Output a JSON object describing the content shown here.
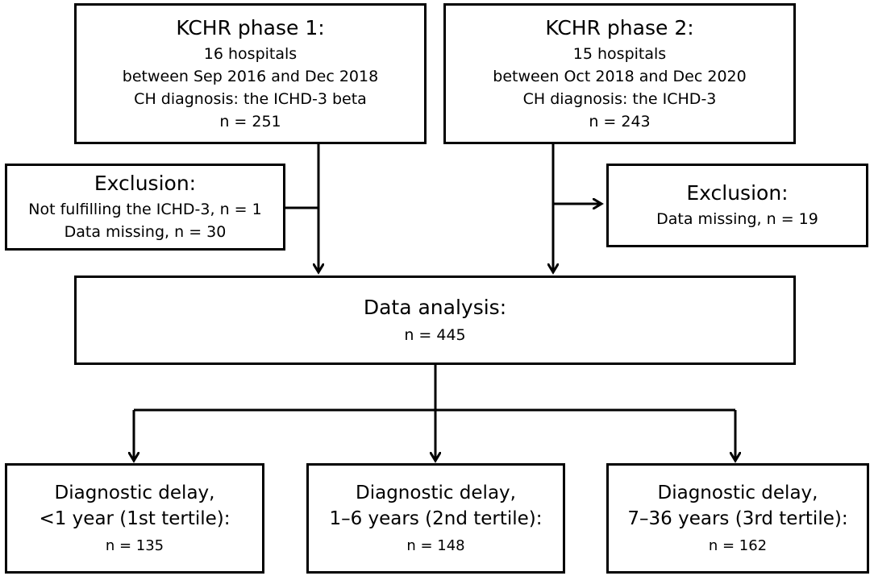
{
  "phase1": {
    "title": "KCHR phase 1:",
    "hospitals": "16 hospitals",
    "period": "between Sep 2016 and Dec 2018",
    "diagnosis": "CH diagnosis: the ICHD-3 beta",
    "n": "n = 251"
  },
  "phase2": {
    "title": "KCHR phase 2:",
    "hospitals": "15 hospitals",
    "period": "between Oct 2018 and Dec 2020",
    "diagnosis": "CH diagnosis: the ICHD-3",
    "n": "n = 243"
  },
  "exclusion1": {
    "title": "Exclusion:",
    "line1": "Not fulfilling the ICHD-3, n = 1",
    "line2": "Data missing, n = 30"
  },
  "exclusion2": {
    "title": "Exclusion:",
    "line1": "Data missing, n = 19"
  },
  "analysis": {
    "title": "Data analysis:",
    "n": "n = 445"
  },
  "tertiles": [
    {
      "title": "Diagnostic delay,",
      "range": "<1 year (1st tertile):",
      "n": "n = 135"
    },
    {
      "title": "Diagnostic delay,",
      "range": "1–6 years (2nd tertile):",
      "n": "n = 148"
    },
    {
      "title": "Diagnostic delay,",
      "range": "7–36 years (3rd tertile):",
      "n": "n = 162"
    }
  ],
  "colors": {
    "stroke": "#000000",
    "background": "#ffffff"
  }
}
